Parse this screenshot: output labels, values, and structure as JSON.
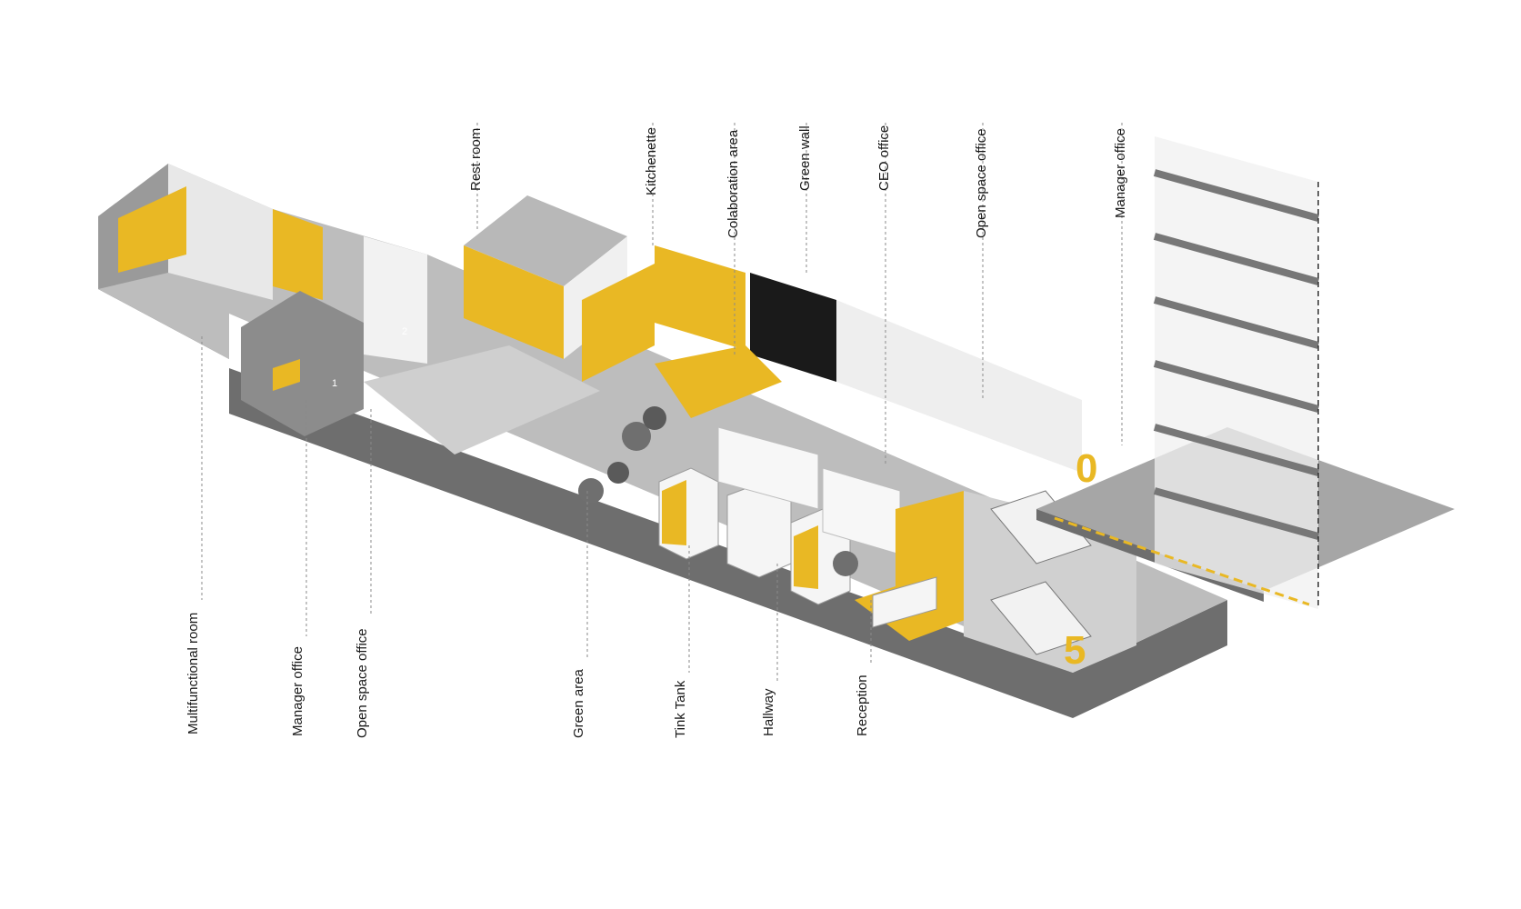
{
  "labels_top": [
    {
      "id": "rest-room",
      "text": "Rest room"
    },
    {
      "id": "kitchenette",
      "text": "Kitchenette"
    },
    {
      "id": "colaboration-area",
      "text": "Colaboration area"
    },
    {
      "id": "green-wall",
      "text": "Green wall"
    },
    {
      "id": "ceo-office",
      "text": "CEO office"
    },
    {
      "id": "open-space-office-top",
      "text": "Open space office"
    },
    {
      "id": "manager-office-top",
      "text": "Manager office"
    }
  ],
  "labels_bottom": [
    {
      "id": "multifunctional-room",
      "text": "Multifunctional room"
    },
    {
      "id": "manager-office-bottom",
      "text": "Manager office"
    },
    {
      "id": "open-space-office-bottom",
      "text": "Open space office"
    },
    {
      "id": "green-area",
      "text": "Green area"
    },
    {
      "id": "tink-tank",
      "text": "Tink Tank"
    },
    {
      "id": "hallway",
      "text": "Hallway"
    },
    {
      "id": "reception",
      "text": "Reception"
    }
  ],
  "floor_numbers": [
    "0",
    "5"
  ],
  "door_numbers": [
    "1",
    "2"
  ],
  "colors": {
    "accent_yellow": "#e9b824",
    "floor_gray": "#a6a6a6",
    "slab_dark": "#6e6e6e",
    "wall_light": "#f2f2f2",
    "wall_mid": "#d9d9d9",
    "leader_line": "#8a8a8a"
  }
}
